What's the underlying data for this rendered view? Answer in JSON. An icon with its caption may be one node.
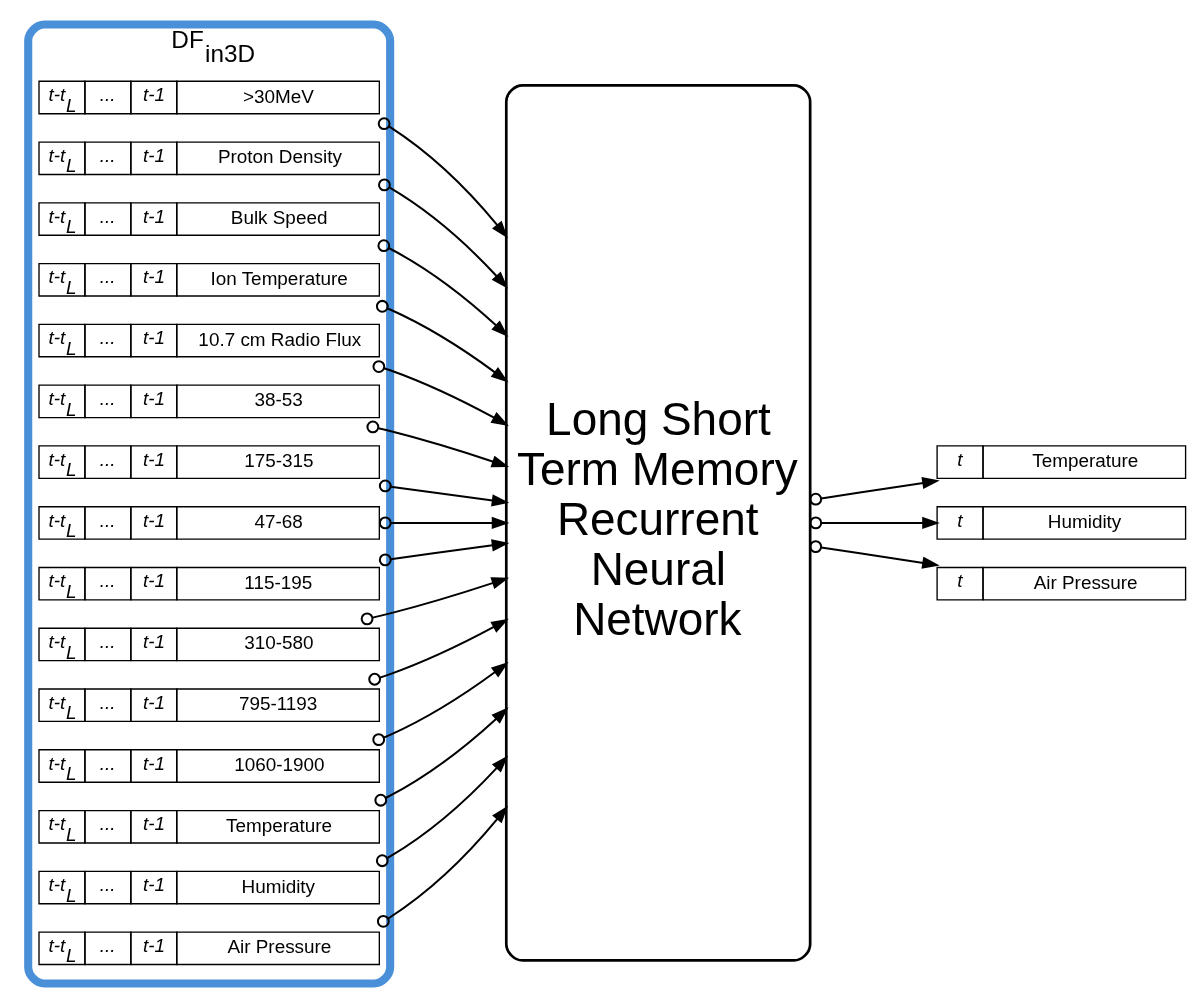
{
  "diagram": {
    "nodes": [
      {
        "text": [
          "DF$_{in3D}$"
        ]
      },
      {
        "text": [
          "t-t$_{L}$",
          "...",
          "t-1",
          ">30MeV"
        ],
        "in": 0
      },
      {
        "text": [
          "t-t$_{L}$",
          "...",
          "t-1",
          "Proton Density"
        ],
        "in": 0
      },
      {
        "text": [
          "t-t$_{L}$",
          "...",
          "t-1",
          "Bulk Speed"
        ],
        "in": 0
      },
      {
        "text": [
          "t-t$_{L}$",
          "...",
          "t-1",
          "Ion Temperature"
        ],
        "in": 0
      },
      {
        "text": [
          "t-t$_{L}$",
          "...",
          "t-1",
          "10.7 cm Radio Flux"
        ],
        "in": 0
      },
      {
        "text": [
          "t-t$_{L}$",
          "...",
          "t-1",
          "38-53"
        ],
        "in": 0
      },
      {
        "text": [
          "t-t$_{L}$",
          "...",
          "t-1",
          "175-315"
        ],
        "in": 0
      },
      {
        "text": [
          "t-t$_{L}$",
          "...",
          "t-1",
          "47-68"
        ],
        "in": 0
      },
      {
        "text": [
          "t-t$_{L}$",
          "...",
          "t-1",
          "115-195"
        ],
        "in": 0
      },
      {
        "text": [
          "t-t$_{L}$",
          "...",
          "t-1",
          "310-580"
        ],
        "in": 0
      },
      {
        "text": [
          "t-t$_{L}$",
          "...",
          "t-1",
          "795-1193"
        ],
        "in": 0
      },
      {
        "text": [
          "t-t$_{L}$",
          "...",
          "t-1",
          "1060-1900"
        ],
        "in": 0
      },
      {
        "text": [
          "t-t$_{L}$",
          "...",
          "t-1",
          "Temperature"
        ],
        "in": 0
      },
      {
        "text": [
          "t-t$_{L}$",
          "...",
          "t-1",
          "Humidity"
        ],
        "in": 0
      },
      {
        "text": [
          "t-t$_{L}$",
          "...",
          "t-1",
          "Air Pressure"
        ],
        "in": 0
      },
      {
        "text": [
          "Long Short Term Memory Recurrent Neural Network"
        ]
      },
      {
        "text": [
          "t",
          "Temperature"
        ]
      },
      {
        "text": [
          "t",
          "Humidity"
        ]
      },
      {
        "text": [
          "t",
          "Air Pressure"
        ]
      }
    ],
    "edges": [
      {
        "from": 1,
        "to": 16,
        "arrow": "to"
      },
      {
        "from": 2,
        "to": 16,
        "arrow": "to"
      },
      {
        "from": 3,
        "to": 16,
        "arrow": "to"
      },
      {
        "from": 4,
        "to": 16,
        "arrow": "to"
      },
      {
        "from": 5,
        "to": 16,
        "arrow": "to"
      },
      {
        "from": 6,
        "to": 16,
        "arrow": "to"
      },
      {
        "from": 7,
        "to": 16,
        "arrow": "to"
      },
      {
        "from": 8,
        "to": 16,
        "arrow": "to"
      },
      {
        "from": 9,
        "to": 16,
        "arrow": "to"
      },
      {
        "from": 10,
        "to": 16,
        "arrow": "to"
      },
      {
        "from": 11,
        "to": 16,
        "arrow": "to"
      },
      {
        "from": 12,
        "to": 16,
        "arrow": "to"
      },
      {
        "from": 13,
        "to": 16,
        "arrow": "to"
      },
      {
        "from": 14,
        "to": 16,
        "arrow": "to"
      },
      {
        "from": 15,
        "to": 16,
        "arrow": "to"
      },
      {
        "from": 16,
        "to": 17,
        "arrow": "to"
      },
      {
        "from": 16,
        "to": 18,
        "arrow": "to"
      },
      {
        "from": 16,
        "to": 19,
        "arrow": "to"
      }
    ]
  }
}
